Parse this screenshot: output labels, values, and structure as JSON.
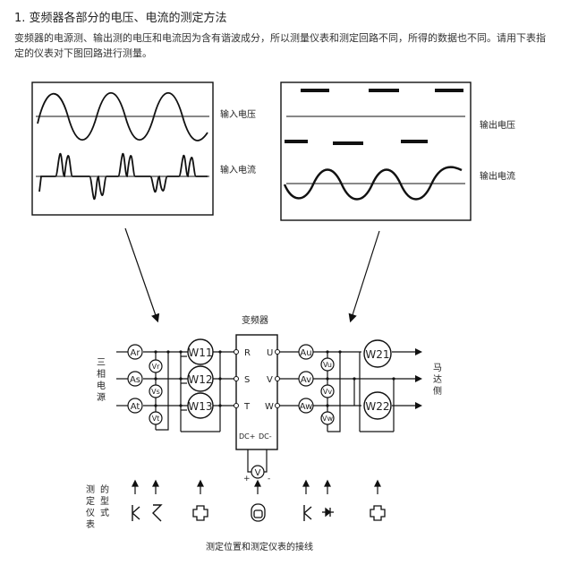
{
  "heading": "1. 变频器各部分的电压、电流的测定方法",
  "intro": "变频器的电源测、输出测的电压和电流因为含有谐波成分，所以测量仪表和测定回路不同，所得的数据也不同。请用下表指定的仪表对下图回路进行测量。",
  "waveforms": {
    "input_voltage": "输入电压",
    "input_current": "输入电流",
    "output_voltage": "输出电压",
    "output_current": "输出电流"
  },
  "inverter": {
    "title": "变频器",
    "in_terminals": [
      "R",
      "S",
      "T"
    ],
    "out_terminals": [
      "U",
      "V",
      "W"
    ],
    "dc_plus": "DC+",
    "dc_minus": "DC-",
    "plus": "+",
    "minus": "-"
  },
  "source_label": [
    "三",
    "相",
    "电",
    "源"
  ],
  "motor_label": [
    "马",
    "达",
    "侧"
  ],
  "meters": {
    "ar": "Ar",
    "as": "As",
    "at": "At",
    "vr": "Vr",
    "vs": "Vs",
    "vt": "Vt",
    "w11": "W11",
    "w12": "W12",
    "w13": "W13",
    "au": "Au",
    "av": "Av",
    "aw": "Aw",
    "vu": "Vu",
    "vv": "Vv",
    "vw": "Vw",
    "w21": "W21",
    "w22": "W22",
    "v": "V"
  },
  "meter_type_label": [
    [
      "测",
      "定",
      "仪",
      "表"
    ],
    [
      "的",
      "型",
      "式"
    ]
  ],
  "caption": "测定位置和测定仪表的接线"
}
